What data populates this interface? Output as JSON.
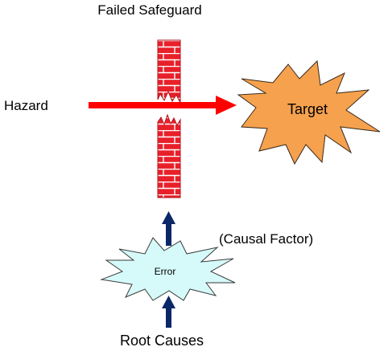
{
  "title": "Failed Safeguard",
  "hazard_label": "Hazard",
  "target_label": "Target",
  "error_label": "Error",
  "causal_factor_label": "(Causal Factor)",
  "root_causes_label": "Root Causes",
  "colors": {
    "wall": "#e8202a",
    "mortar": "#ffffff",
    "hazard_arrow": "#ff0000",
    "target_fill": "#f5a14e",
    "error_fill": "#d6fafa",
    "cause_arrows": "#0a2868"
  }
}
